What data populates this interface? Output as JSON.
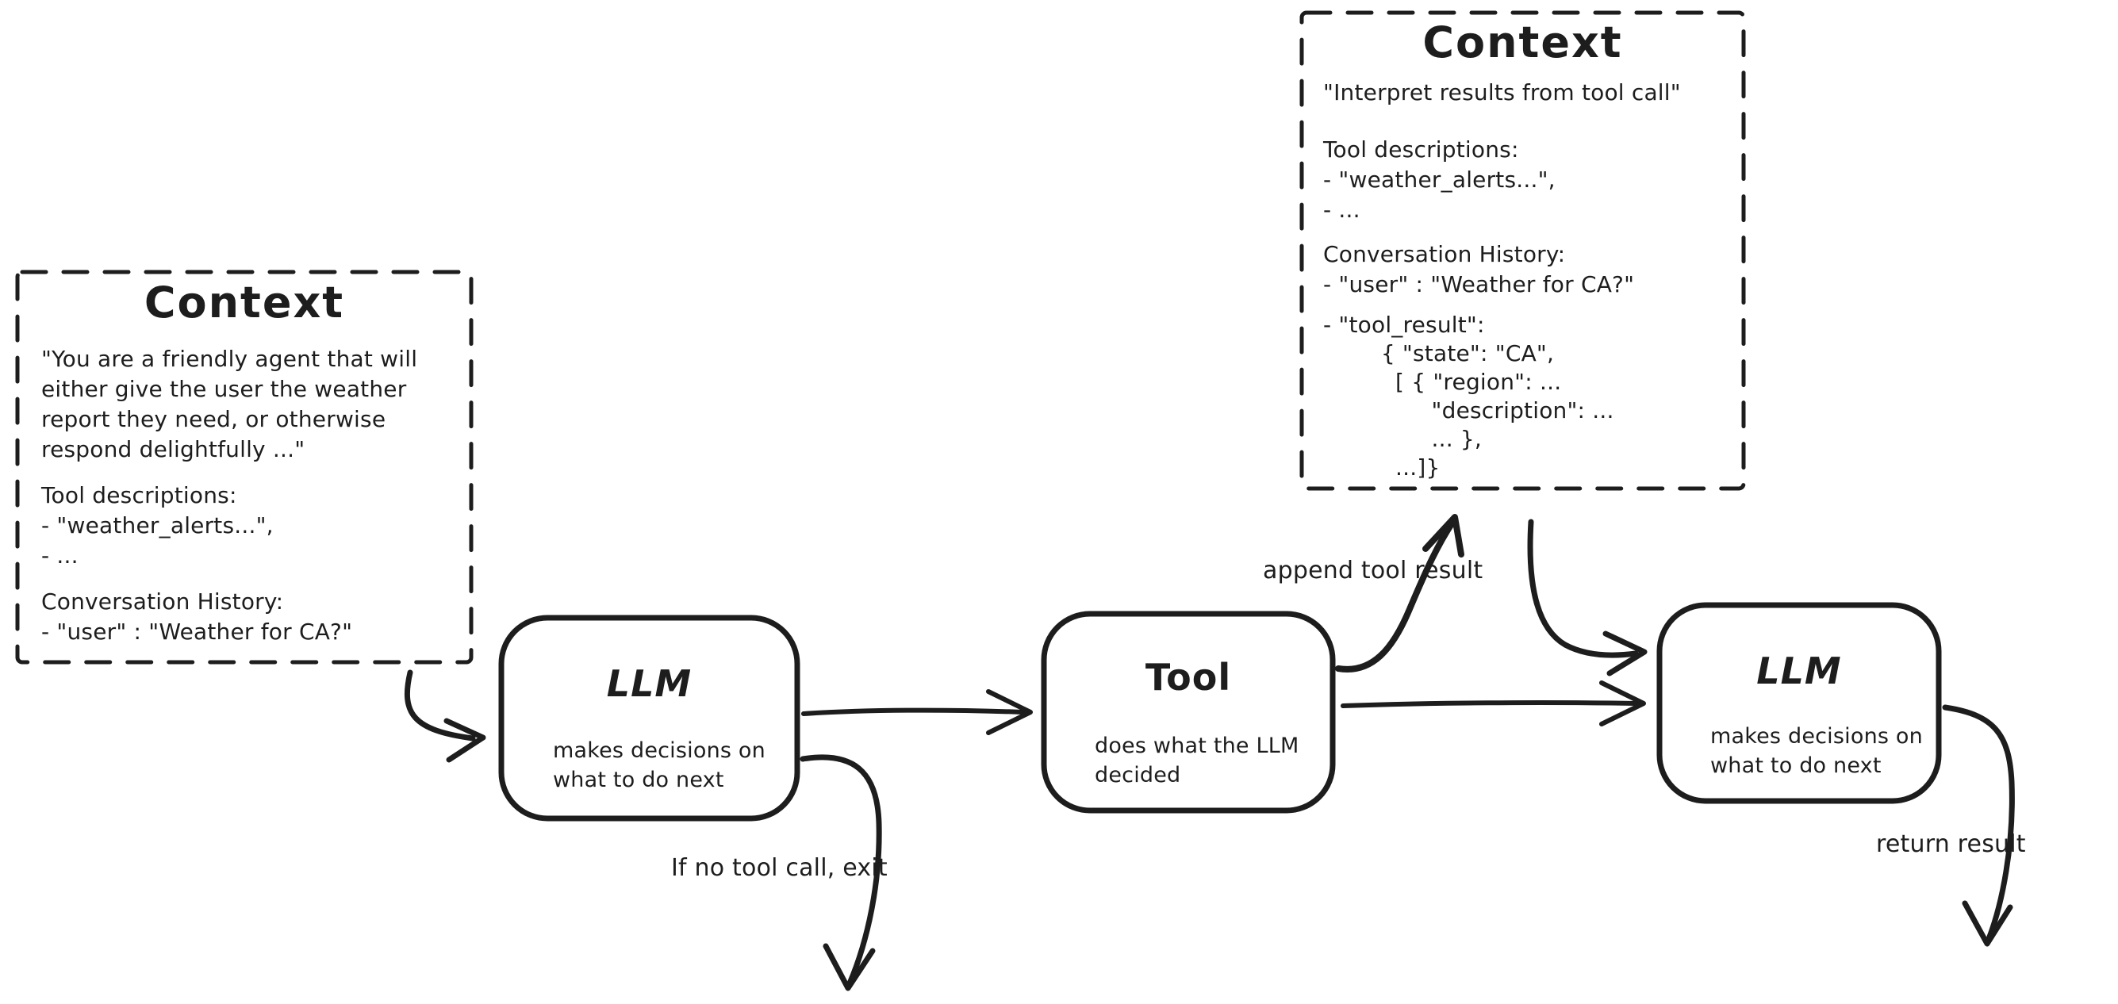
{
  "canvas": {
    "background": "#ffffff",
    "ink_color": "#1d1d1d"
  },
  "context_box_1": {
    "title": "Context",
    "system_prompt": [
      "\"You are a friendly agent that will",
      "either give the user the weather",
      "report they need, or otherwise",
      "respond delightfully ...\""
    ],
    "tool_descriptions": [
      "Tool descriptions:",
      "- \"weather_alerts...\",",
      "- ..."
    ],
    "conversation_history": [
      "Conversation History:",
      "- \"user\" : \"Weather for CA?\""
    ]
  },
  "context_box_2": {
    "title": "Context",
    "instruction": "\"Interpret results from tool call\"",
    "tool_descriptions": [
      "Tool descriptions:",
      "- \"weather_alerts...\",",
      "- ..."
    ],
    "conversation_history": [
      "Conversation History:",
      "- \"user\" : \"Weather for CA?\""
    ],
    "tool_result": [
      "- \"tool_result\":",
      "        { \"state\": \"CA\",",
      "          [ { \"region\": ...",
      "               \"description\": ...",
      "               ... },",
      "          ...]}"
    ]
  },
  "nodes": {
    "llm_1": {
      "title": "LLM",
      "subtitle": [
        "makes decisions on",
        "what to do next"
      ]
    },
    "tool": {
      "title": "Tool",
      "subtitle": [
        "does what the LLM",
        "decided"
      ]
    },
    "llm_2": {
      "title": "LLM",
      "subtitle": [
        "makes decisions on",
        "what to do next"
      ]
    }
  },
  "arrow_labels": {
    "append_tool_result": "append tool result",
    "if_no_tool_call_exit": "If no tool call, exit",
    "return_result": "return result"
  }
}
